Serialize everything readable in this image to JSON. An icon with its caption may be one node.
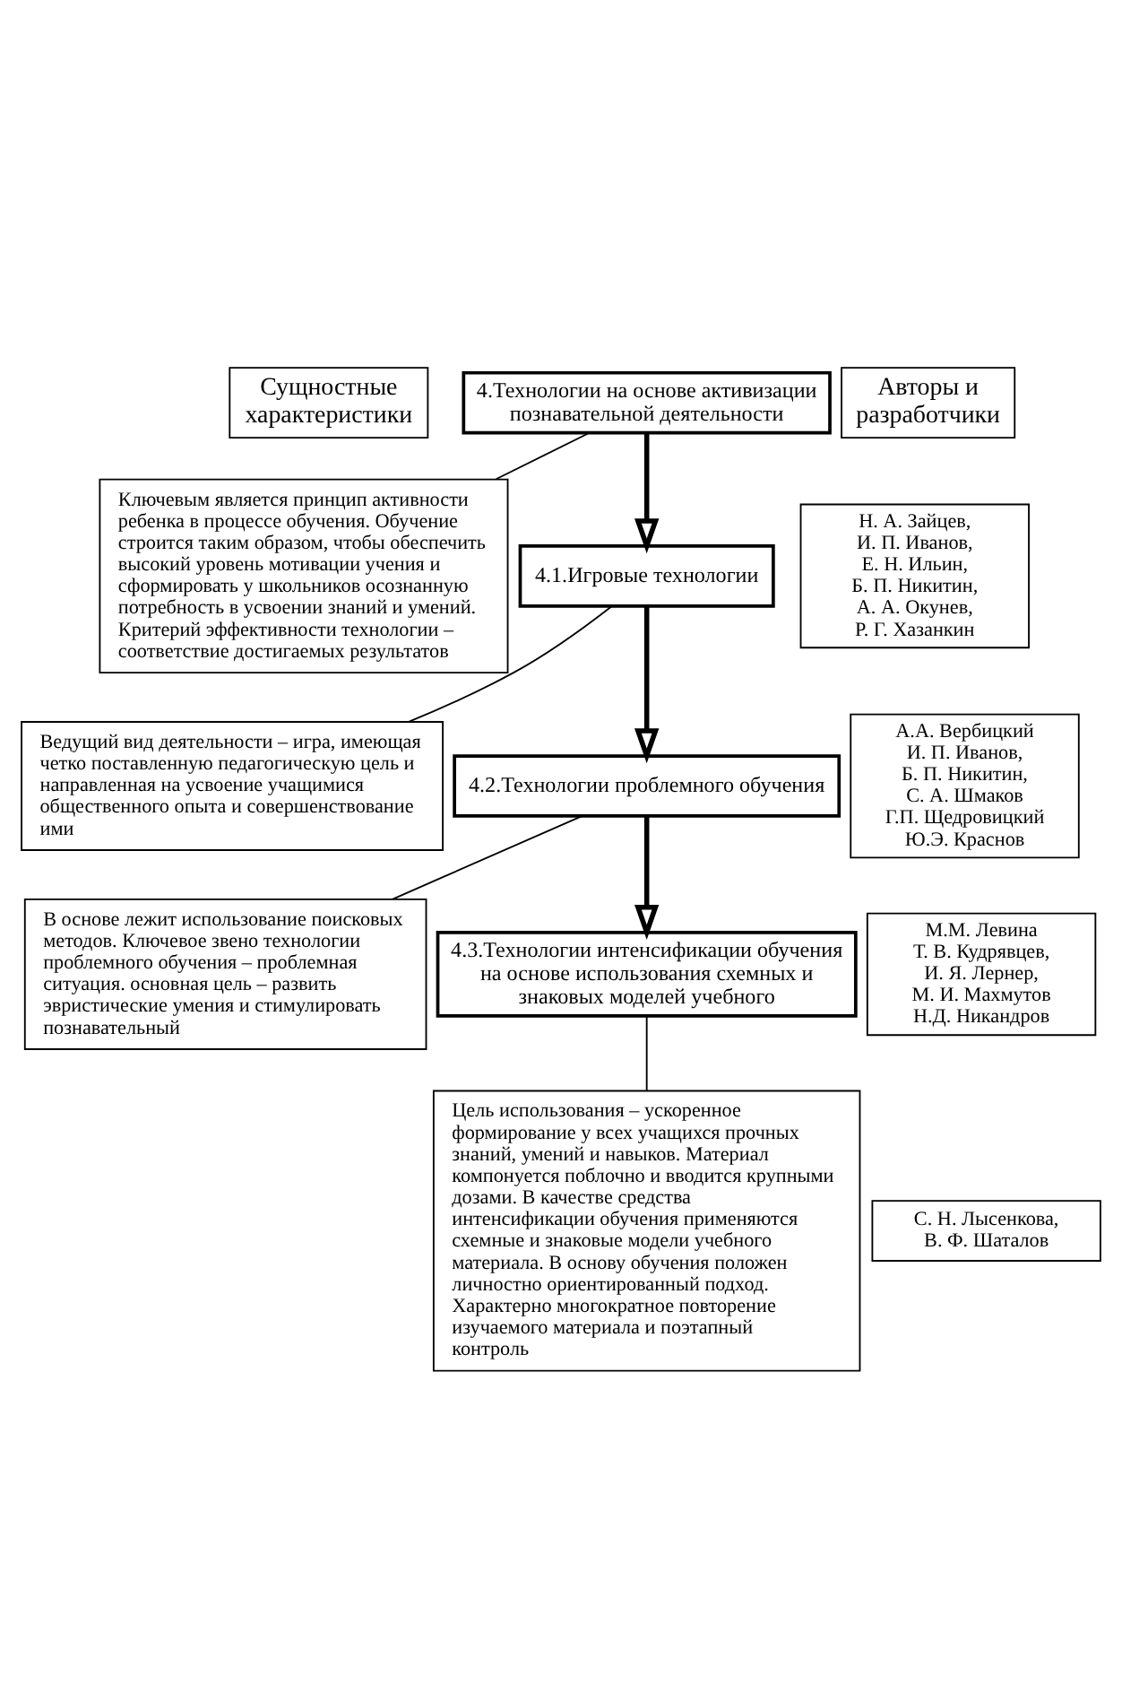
{
  "diagram": {
    "nodes": [
      {
        "text": [
          "4.Технологии на основе активизации познавательной деятельности"
        ]
      },
      {
        "text": [
          "Сущностные характеристики"
        ]
      },
      {
        "text": [
          "Авторы и разработчики"
        ]
      },
      {
        "text": [
          "Ключевым является принцип активности ребенка в процессе обучения. Обучение строится таким образом, чтобы обеспечить высокий уровень мотивации учения и сформировать у школьников осознанную потребность в усвоении знаний и умений. Критерий эффективности технологии – соответствие достигаемых результатов"
        ]
      },
      {
        "text": [
          "Н. А. Зайцев,",
          "И. П. Иванов,",
          "Е. Н. Ильин,",
          "Б. П. Никитин,",
          "А. А. Окунев,",
          "Р. Г. Хазанкин"
        ]
      },
      {
        "text": [
          "4.1.Игровые технологии"
        ]
      },
      {
        "text": [
          "Ведущий вид деятельности – игра, имеющая четко поставленную педагогическую цель и направленная на усвоение учащимися общественного опыта и совершенствование ими"
        ]
      },
      {
        "text": [
          "А.А. Вербицкий",
          "И. П. Иванов,",
          "Б. П. Никитин,",
          "С. А. Шмаков",
          "Г.П. Щедровицкий",
          "Ю.Э. Краснов"
        ]
      },
      {
        "text": [
          "4.2.Технологии проблемного обучения"
        ]
      },
      {
        "text": [
          "В основе лежит использование поисковых методов. Ключевое звено технологии проблемного обучения – проблемная ситуация. основная цель – развить эвристические умения и стимулировать познавательный"
        ]
      },
      {
        "text": [
          "М.М. Левина",
          "Т. В. Кудрявцев,",
          "И. Я. Лернер,",
          "М. И. Махмутов",
          "Н.Д. Никандров"
        ]
      },
      {
        "text": [
          "4.3.Технологии интенсификации обучения на основе использования схемных и знаковых моделей учебного"
        ]
      },
      {
        "text": [
          "Цель использования – ускоренное формирование у всех учащихся прочных знаний, умений и навыков. Материал компонуется поблочно и вводится крупными дозами. В качестве средства интенсификации обучения применяются схемные и знаковые модели учебного материала. В основу обучения положен личностно ориентированный подход. Характерно многократное повторение изучаемого материала и поэтапный контроль"
        ]
      },
      {
        "text": [
          "С. Н. Лысенкова,",
          "В. Ф. Шаталов"
        ]
      }
    ],
    "edges": [
      {
        "from": 0,
        "to": 3,
        "arrow": "none"
      },
      {
        "from": 0,
        "to": 5,
        "arrow": "to",
        "style": "thick"
      },
      {
        "from": 5,
        "to": 6,
        "arrow": "none"
      },
      {
        "from": 5,
        "to": 8,
        "arrow": "to",
        "style": "thick"
      },
      {
        "from": 8,
        "to": 9,
        "arrow": "none"
      },
      {
        "from": 8,
        "to": 11,
        "arrow": "to",
        "style": "thick"
      },
      {
        "from": 11,
        "to": 12,
        "arrow": "none"
      }
    ]
  }
}
